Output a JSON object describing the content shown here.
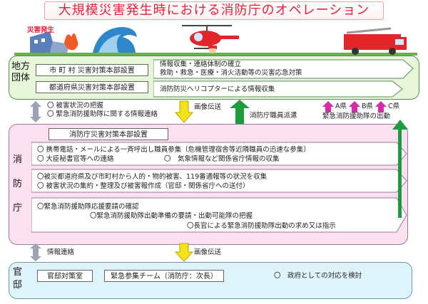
{
  "title": "大規模災害発生時における消防庁のオペレーション",
  "illustration": {
    "disaster_sign": "災害発生"
  },
  "local": {
    "label": "地方\n団体",
    "box1": "市 町 村 災害対策本部設置",
    "box2": "都道府県災害対策本部設置",
    "flow1_line1": "情報収集・連絡体制の確立",
    "flow1_line2": "救助・救急・医療・消火活動等の災害応急対策",
    "flow2": "消防防災ヘリコプターによる情報収集"
  },
  "link1": {
    "left_line1": "〇 被害状況の把握",
    "left_line2": "〇 緊急消防援助隊に関する情報連絡",
    "image_transfer": "画像伝送",
    "dispatch": "消防庁職員派遣",
    "prefA": "A県",
    "prefB": "B県",
    "prefC": "C県",
    "deploy": "緊急消防援助隊の出動"
  },
  "fdma": {
    "label": "消\n防\n庁",
    "hq": "消防庁災害対策本部設置",
    "row1_line1": "〇 携帯電話・メールによる一斉呼出し職員参集〔危機管理宿舎等近隣職員の迅速な参集〕",
    "row1_line2": "〇 大臣秘書官等への連絡",
    "row1_line2b": "〇　気象情報など関係省庁情報の収集",
    "row2_line1": "〇被災都道府県及び市町村から人的・物的被害、119番通報等の状況を収集",
    "row2_line2": "〇 被害状況の集約・整理及び被害報作成（官邸・関係省庁への送付）",
    "row3_line1": "〇緊急消防援助隊応援要請の確認",
    "row3_line2": "〇緊急消防援助隊出動準備の要請・出動可能隊の把握",
    "row3_line3": "〇長官による緊急消防援助隊出動の求め又は指示"
  },
  "link2": {
    "info": "情報連絡",
    "image_transfer": "画像伝送"
  },
  "kantei": {
    "label": "官\n邸",
    "box1": "官邸対策室",
    "box2": "緊急参集チーム（消防庁：次長）",
    "note": "〇　政府としての対応を検討"
  },
  "colors": {
    "title_red": "#e8203a",
    "local_bg": "#e7f5d9",
    "fdma_bg": "#fbe0f0",
    "kantei_bg": "#dff3fb",
    "green_arrow": "#1f9a3c",
    "yellow_arrow": "#f4e21a",
    "magenta": "#d62ca6",
    "gray_arrow": "#9aa5b1"
  }
}
